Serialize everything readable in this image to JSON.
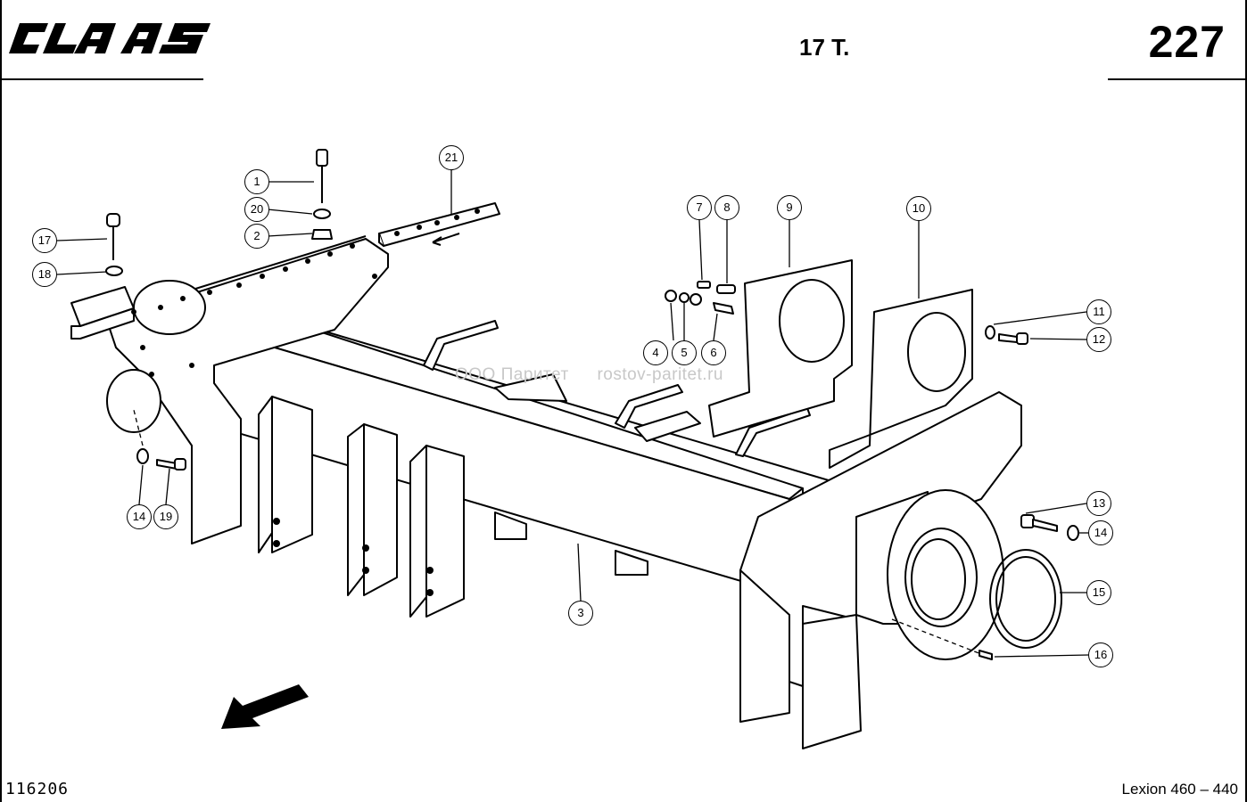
{
  "header": {
    "brand": "CLAAS",
    "title": "17 T.",
    "page_number": "227"
  },
  "footer": {
    "document_number": "116206",
    "model": "Lexion 460 – 440"
  },
  "watermark": {
    "company": "ООО Паритет",
    "site": "rostov-paritet.ru"
  },
  "callouts": [
    "1",
    "20",
    "2",
    "17",
    "18",
    "21",
    "7",
    "8",
    "9",
    "10",
    "4",
    "5",
    "6",
    "11",
    "12",
    "14",
    "19",
    "3",
    "13",
    "14",
    "15",
    "16"
  ],
  "icons": {
    "direction": "travel-direction-arrow-icon"
  }
}
